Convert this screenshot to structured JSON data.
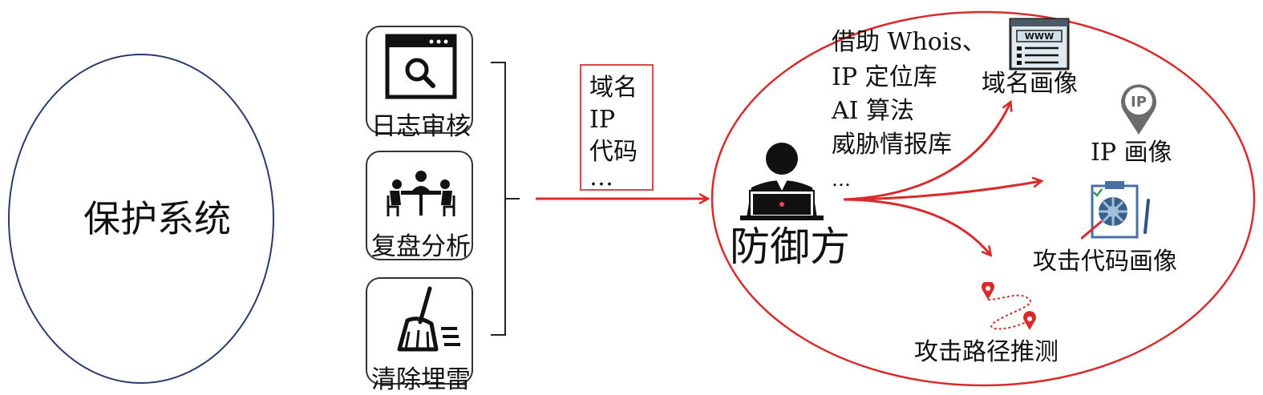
{
  "left": {
    "title": "保护系统"
  },
  "steps": [
    {
      "label": "日志审核",
      "icon": "browser-search-icon"
    },
    {
      "label": "复盘分析",
      "icon": "meeting-icon"
    },
    {
      "label": "清除埋雷",
      "icon": "broom-icon"
    }
  ],
  "indicators": {
    "items": [
      "域名",
      "IP",
      "代码",
      "…"
    ]
  },
  "defender": {
    "title": "防御方",
    "icon": "person-laptop-icon",
    "methods": [
      "借助 Whois、",
      "IP 定位库",
      "AI 算法",
      "威胁情报库",
      "…"
    ]
  },
  "outputs": [
    {
      "label": "域名画像",
      "icon": "www-page-icon"
    },
    {
      "label": "IP 画像",
      "icon": "ip-pin-icon"
    },
    {
      "label": "攻击代码画像",
      "icon": "code-report-icon"
    },
    {
      "label": "攻击路径推测",
      "icon": "route-map-icon"
    }
  ],
  "colors": {
    "accent": "#d92b2b",
    "outline": "#2b3a6b",
    "ink": "#111111"
  }
}
